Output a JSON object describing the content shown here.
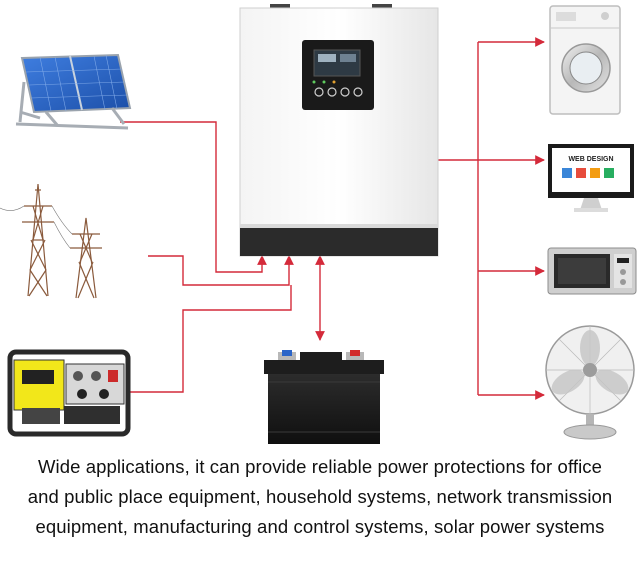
{
  "diagram": {
    "nodes": [
      {
        "id": "inverter",
        "kind": "hybrid-solar-inverter"
      },
      {
        "id": "solar",
        "kind": "solar-panel-array"
      },
      {
        "id": "grid",
        "kind": "power-grid-towers"
      },
      {
        "id": "generator",
        "kind": "portable-generator"
      },
      {
        "id": "battery",
        "kind": "battery"
      },
      {
        "id": "washer",
        "kind": "washing-machine"
      },
      {
        "id": "monitor",
        "kind": "computer-monitor"
      },
      {
        "id": "microwave",
        "kind": "microwave-oven"
      },
      {
        "id": "fan",
        "kind": "desk-fan"
      }
    ],
    "edges": [
      {
        "from": "solar",
        "to": "inverter"
      },
      {
        "from": "grid",
        "to": "inverter"
      },
      {
        "from": "generator",
        "to": "inverter"
      },
      {
        "from": "battery",
        "to": "inverter",
        "bidirectional": true
      },
      {
        "from": "inverter",
        "to": "washer"
      },
      {
        "from": "inverter",
        "to": "monitor"
      },
      {
        "from": "inverter",
        "to": "microwave"
      },
      {
        "from": "inverter",
        "to": "fan"
      }
    ],
    "monitor_screen_text": "WEB DESIGN",
    "line_color": "#d42a3a"
  },
  "caption": {
    "line1": "Wide applications, it can provide reliable power protections for office",
    "line2": "and public place equipment, household systems, network transmission",
    "line3": "equipment, manufacturing and control systems, solar power systems"
  }
}
